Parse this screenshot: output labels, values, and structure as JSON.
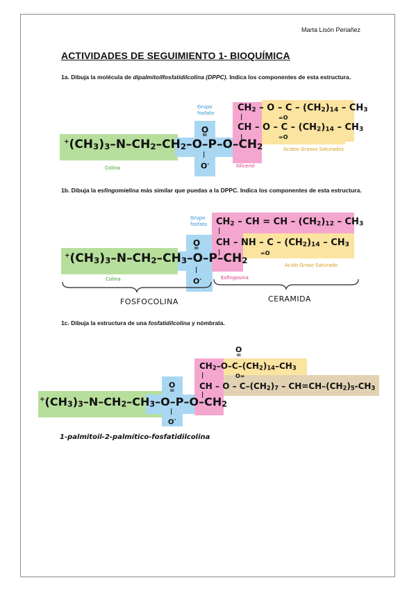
{
  "author": "Marta Lisón Periañez",
  "title": "ACTIVIDADES DE SEGUIMIENTO 1- BIOQUÍMICA",
  "q1a": {
    "num": "1a.",
    "pre": " Dibuja la molécula de ",
    "em": "dipalmitoilfosfatidilcolina (DPPC).",
    "post": " Indica los componentes de esta estructura."
  },
  "q1b": {
    "num": "1b.",
    "pre": " Dibuja la ",
    "em": "esfingomielina",
    "post": " más similar que puedas a la DPPC. Indica los componentes de esta estructura."
  },
  "q1c": {
    "num": "1c.",
    "pre": " Dibuja la estructura de una ",
    "em": "fosfatidilcolina",
    "post": " y nómbrala."
  },
  "labels": {
    "colina": "Colina",
    "grupo_fosfato": "Grupo fosfato",
    "glicerol": "Glicerol",
    "acidos_grasos_saturados": "Ácidos Grasos Saturados",
    "esfingosina": "Esfingosina",
    "acido_graso_saturado": "Ácido Graso Saturado",
    "fosfocolina": "FOSFOCOLINA",
    "ceramida": "CERAMIDA",
    "name_1c": "1-palmitoil-2-palmítico-fosfatidilcolina"
  },
  "colors": {
    "green": "#b7df9c",
    "blue": "#a9d7f2",
    "pink": "#f5a6cf",
    "yellow": "#fbe3a0",
    "tan": "#e2d2b3",
    "label_blue": "#2a8fd0",
    "label_green": "#3d9a2c",
    "label_pink": "#d6367f",
    "label_yellow": "#d29a17"
  }
}
